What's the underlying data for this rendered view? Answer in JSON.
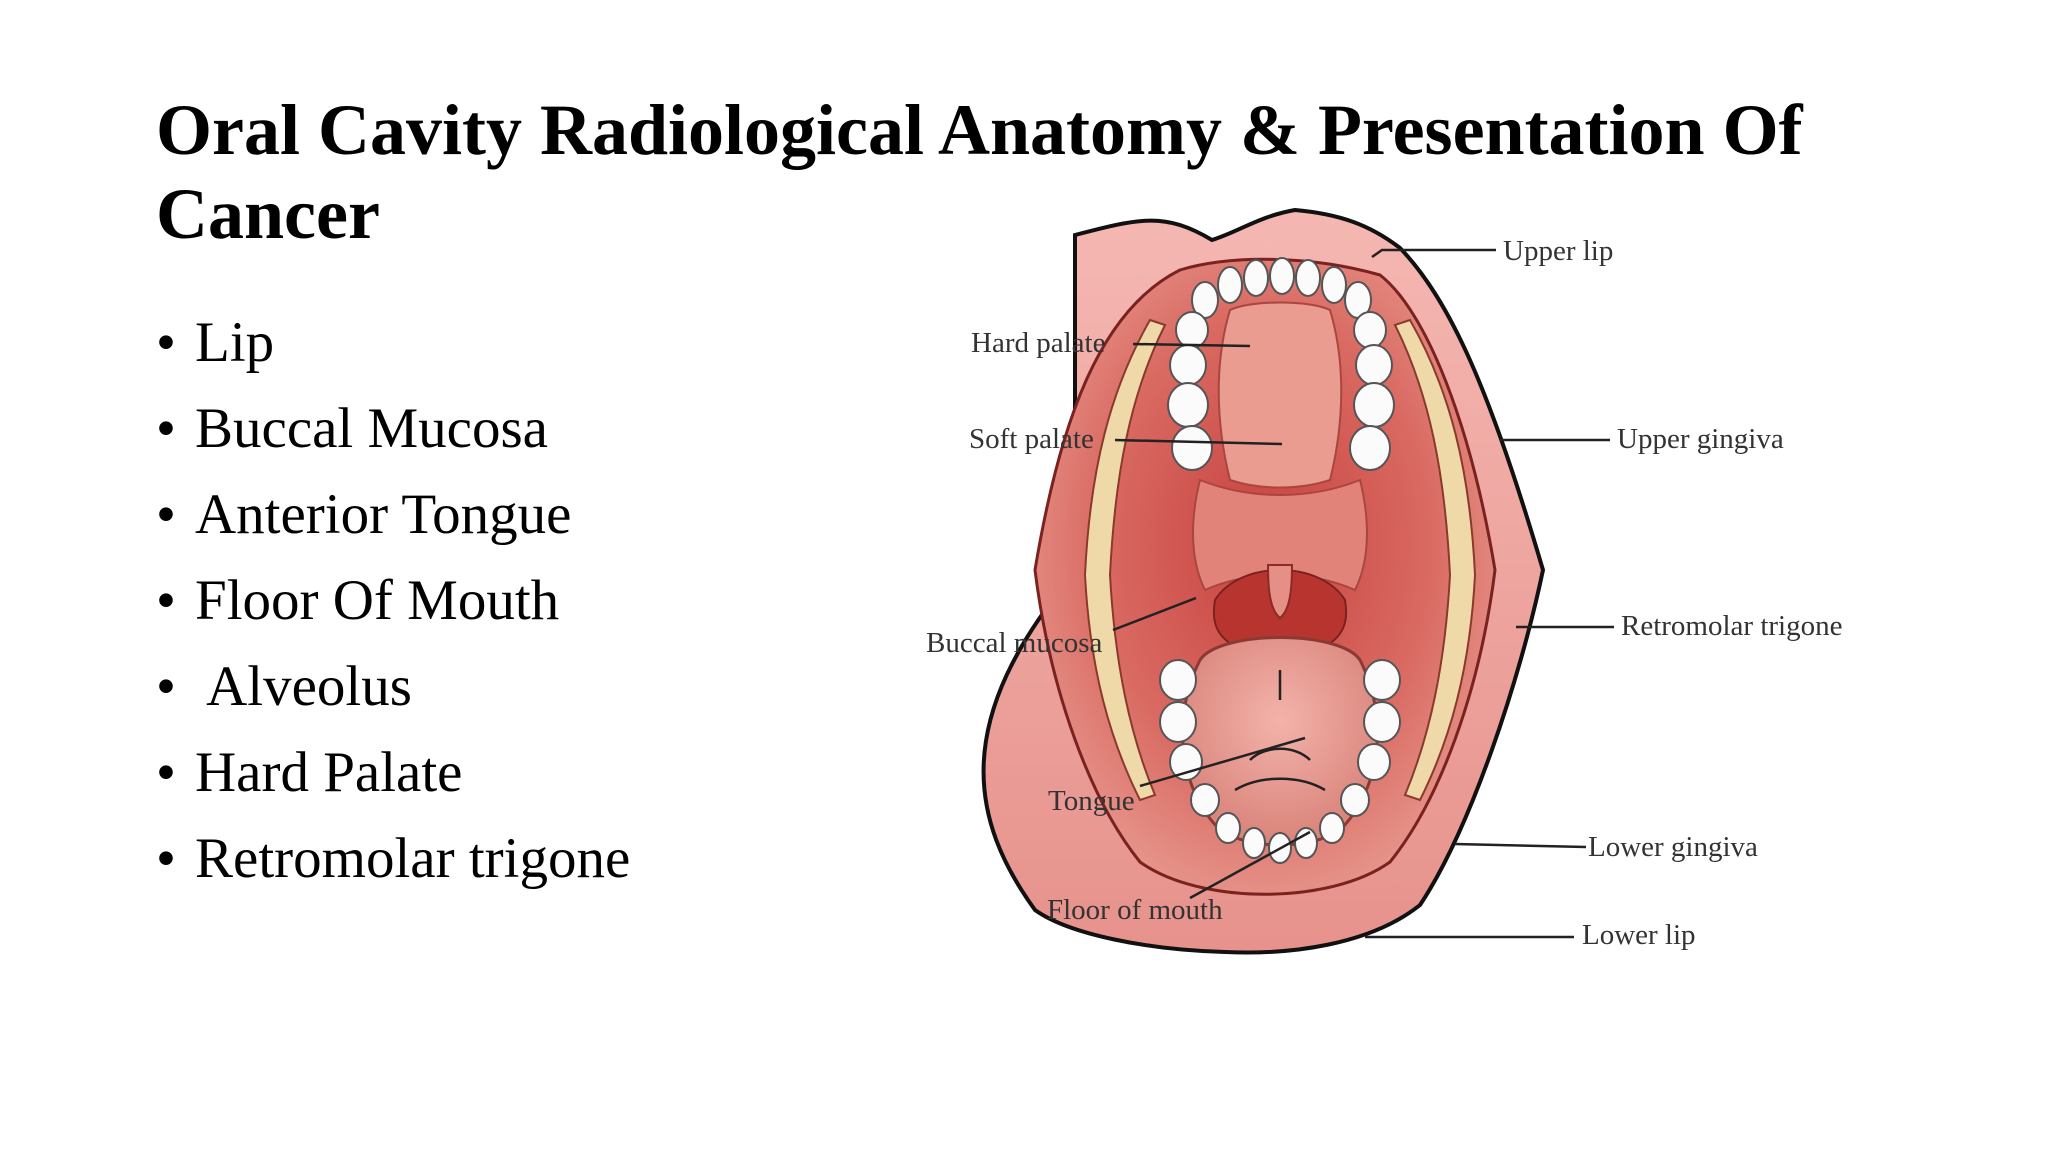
{
  "slide": {
    "title": "Oral Cavity Radiological Anatomy & Presentation Of Cancer",
    "bullets": [
      "Lip",
      "Buccal Mucosa",
      "Anterior Tongue",
      "Floor Of Mouth",
      " Alveolus",
      "Hard Palate",
      "Retromolar trigone"
    ]
  },
  "diagram": {
    "labels": {
      "upper_lip": "Upper lip",
      "hard_palate": "Hard palate",
      "soft_palate": "Soft palate",
      "upper_gingiva": "Upper gingiva",
      "buccal_mucosa": "Buccal mucosa",
      "retromolar_trigone": "Retromolar trigone",
      "tongue": "Tongue",
      "lower_gingiva": "Lower gingiva",
      "floor_of_mouth": "Floor of mouth",
      "lower_lip": "Lower lip"
    }
  }
}
